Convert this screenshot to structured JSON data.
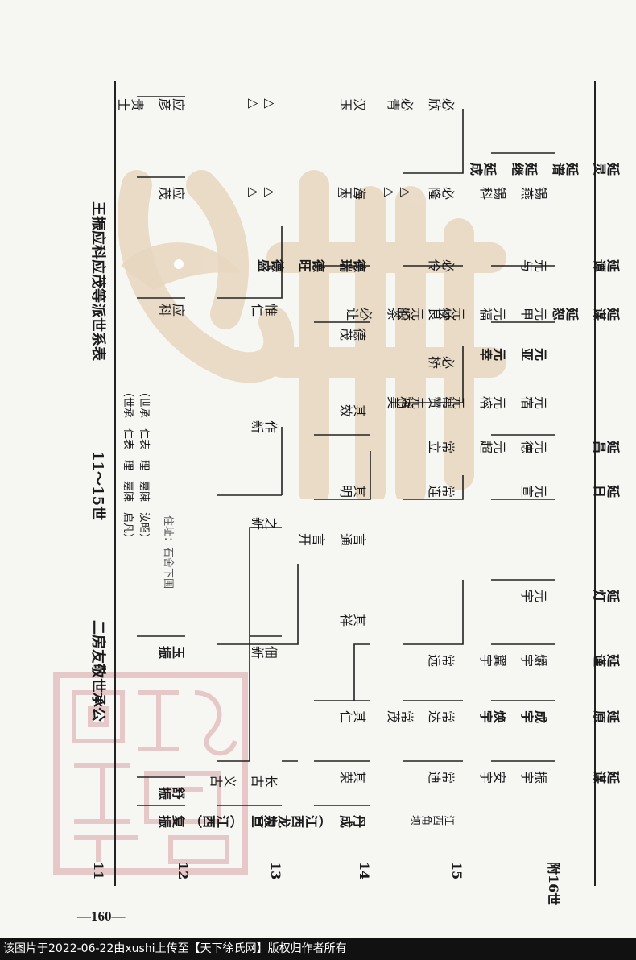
{
  "header": {
    "left_title": "二房友敬世承公",
    "center_title": "11～15世",
    "right_title": "王振应科应茂等派世系表"
  },
  "note": {
    "line1": "（世承　仁表　理　嘉陳　启凡）",
    "line2": "（世承　仁表　理　嘉陳　汝昭）",
    "line3": "住址：石舍下围"
  },
  "generations": [
    "11",
    "12",
    "13",
    "14",
    "15",
    "附16世"
  ],
  "columns": [
    {
      "g11": "复振",
      "g12": "为旦\n（江西）",
      "g13": "丹成\n（江西龙泉）",
      "g14": "江西角坝"
    },
    {
      "g11": "舒振",
      "g12": "长古\n义古",
      "g13": "其荣",
      "g14": "常迪",
      "g15": "振宇\n安宇",
      "g16": "延谋"
    },
    {
      "g13": "其仁",
      "g14": "常达\n常茂",
      "g15": "成宇\n焕宇",
      "g16": "延原"
    },
    {
      "g12": "佃新",
      "g14": "常远",
      "g15": "爝宇\n翼宇",
      "g16": "延谨"
    },
    {
      "g15": "元宇",
      "g16": "延灯"
    },
    {
      "g11": "玉振",
      "g13": "其祥"
    },
    {
      "g12": "之新",
      "g13": "言通\n言开"
    },
    {
      "g13": "其明",
      "g14": "常连",
      "g15": "元宣",
      "g16": "延日"
    },
    {
      "g12": "作新",
      "g13": "其效",
      "g14": "常立",
      "g15": "元德\n元超",
      "g16": "延昌"
    },
    {
      "g14": "常赞\n常美",
      "g15": "元宿\n元榕\n元生\n元格"
    },
    {
      "g14": "必桥",
      "g15": "元亚\n元幸"
    },
    {
      "g13": "德茂",
      "g14": "必良\n必茶\n必让",
      "g15": "元甲\n元福\n元挟\n元顺",
      "g16": "延谋\n延恕"
    },
    {
      "g11": "应科",
      "g12": "惟仁"
    },
    {
      "g13": "德瑞\n德旺\n德盛",
      "g14": "必伶",
      "g15": "元与",
      "g16": "延谭"
    },
    {
      "g11": "应茂",
      "g12": "△△",
      "g13": "海玉",
      "g14": "必隆\n△△\n△△",
      "g15": "锡燕\n锡科",
      "g16": "延灵\n延谱\n延继\n延成"
    },
    {
      "g11": "应彦\n贵士",
      "g12": "△△",
      "g13": "汉玉",
      "g14": "必欣\n必青"
    }
  ],
  "watermark_seal_text": "天下徐氏网",
  "page_number": "—160—",
  "footer_text": "该图片于2022-06-22由xushi上传至【天下徐氏网】版权归作者所有"
}
